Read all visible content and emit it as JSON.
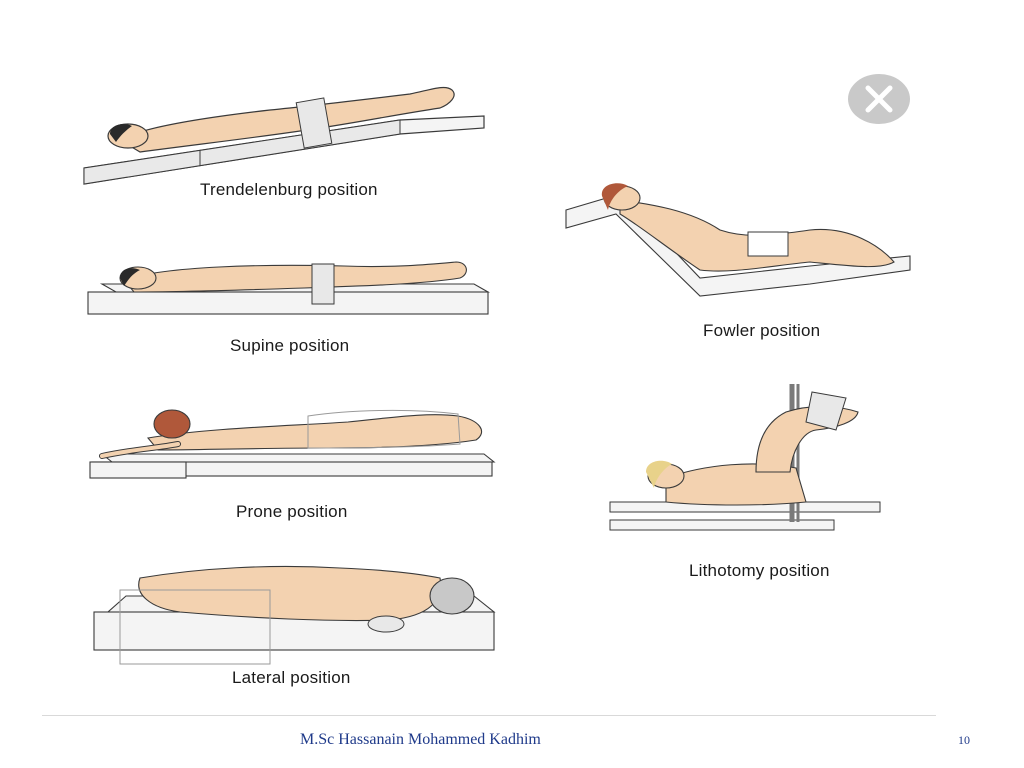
{
  "figures": [
    {
      "caption": "Trendelenburg position"
    },
    {
      "caption": "Supine position"
    },
    {
      "caption": "Prone position"
    },
    {
      "caption": "Lateral position"
    },
    {
      "caption": "Fowler position"
    },
    {
      "caption": "Lithotomy position"
    }
  ],
  "close_button": {
    "icon": "close-icon"
  },
  "footer": {
    "author": "M.Sc Hassanain Mohammed Kadhim",
    "page_number": "10"
  },
  "colors": {
    "skin": "#f3d2b0",
    "outline": "#3a3a3a",
    "table": "#f4f4f4",
    "hair_dark": "#2a2a2a",
    "hair_red": "#b0583a",
    "hair_blond": "#e8d28a",
    "drape": "#e8e8e8",
    "footer_text": "#1f3a8a"
  }
}
